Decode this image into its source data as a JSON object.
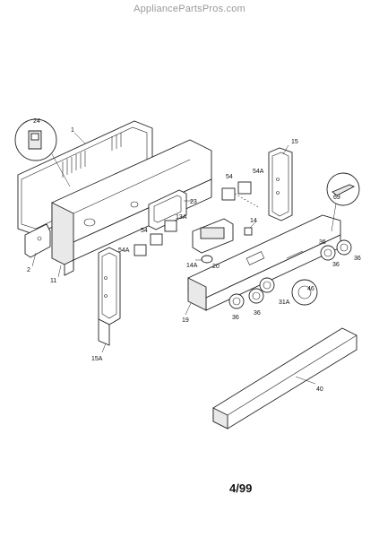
{
  "watermark": "AppliancePartsPros.com",
  "date_code": "4/99",
  "parts": {
    "p1": "1",
    "p2": "2",
    "p11": "11",
    "p13a": "13A",
    "p14": "14",
    "p14a": "14A",
    "p15": "15",
    "p15a": "15A",
    "p19": "19",
    "p20": "20",
    "p23": "23",
    "p24": "24",
    "p31a": "31A",
    "p36_a": "36",
    "p36_b": "36",
    "p36_c": "36",
    "p36_d": "36",
    "p36_e": "36",
    "p40": "40",
    "p46": "46",
    "p54_a": "54",
    "p54_b": "54",
    "p54a_a": "54A",
    "p54a_b": "54A",
    "p69": "69"
  }
}
